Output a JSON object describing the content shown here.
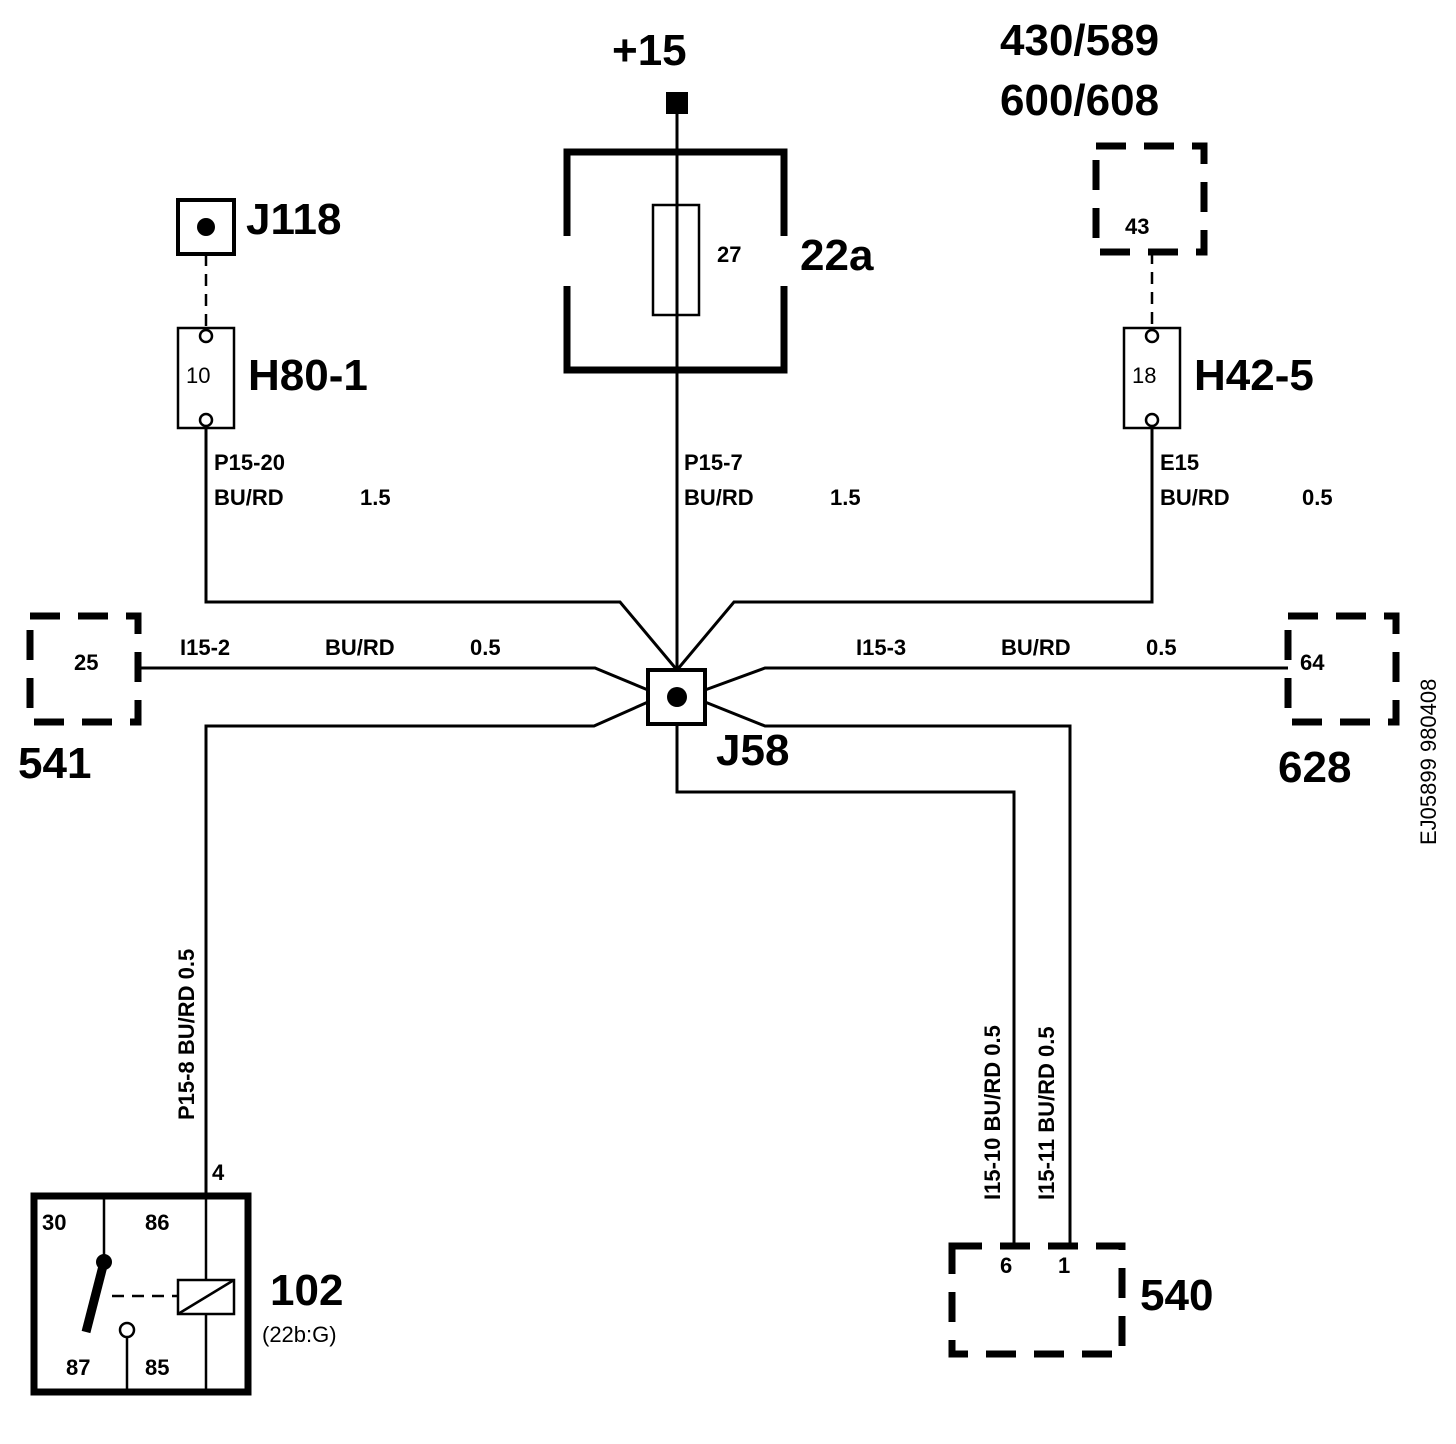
{
  "diagram": {
    "supply_label": "+15",
    "fuse_box": {
      "label": "22a",
      "fuse_number": "27"
    },
    "top_right_refs": [
      "430/589",
      "600/608"
    ],
    "right_top_box_pin": "43",
    "ground_points": {
      "j118": "J118",
      "j58": "J58"
    },
    "connector_h80": {
      "label": "H80-1",
      "pin": "10"
    },
    "connector_h42": {
      "label": "H42-5",
      "pin": "18"
    },
    "wires": {
      "left_top": {
        "id": "P15-20",
        "spec": "BU/RD",
        "size": "1.5"
      },
      "center_top": {
        "id": "P15-7",
        "spec": "BU/RD",
        "size": "1.5"
      },
      "right_top": {
        "id": "E15",
        "spec": "BU/RD",
        "size": "0.5"
      },
      "left_mid": {
        "id": "I15-2",
        "spec": "BU/RD",
        "size": "0.5"
      },
      "right_mid": {
        "id": "I15-3",
        "spec": "BU/RD",
        "size": "0.5"
      },
      "left_vertical": {
        "text": "P15-8    BU/RD 0.5"
      },
      "bottom_a": {
        "text": "I15-10    BU/RD 0.5"
      },
      "bottom_b": {
        "text": "I15-11    BU/RD 0.5"
      }
    },
    "box_541": {
      "label": "541",
      "pin": "25"
    },
    "box_628": {
      "label": "628",
      "pin": "64"
    },
    "relay_102": {
      "label": "102",
      "sublabel": "(22b:G)",
      "pin_in": "4",
      "terminals": [
        "30",
        "86",
        "87",
        "85"
      ]
    },
    "box_540": {
      "label": "540",
      "pins": [
        "6",
        "1"
      ]
    },
    "doc_code": "EJ05899 980408"
  }
}
